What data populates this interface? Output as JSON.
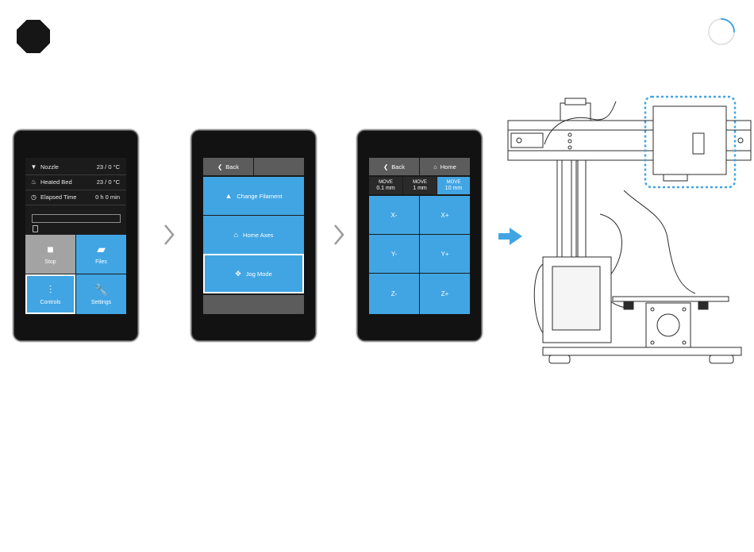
{
  "screen1": {
    "rows": [
      {
        "icon": "nozzle-icon",
        "glyph": "▼",
        "label": "Nozzle",
        "value": "23 / 0 °C"
      },
      {
        "icon": "heated-bed-icon",
        "glyph": "♨",
        "label": "Heated Bed",
        "value": "23 / 0 °C"
      },
      {
        "icon": "clock-icon",
        "glyph": "◷",
        "label": "Elapsed Time",
        "value": "0 h 0 min"
      }
    ],
    "progress": 0,
    "tiles": {
      "stop": {
        "label": "Stop",
        "glyph": "■"
      },
      "files": {
        "label": "Files",
        "glyph": "▰"
      },
      "controls": {
        "label": "Controls",
        "glyph": "⫶"
      },
      "settings": {
        "label": "Settings",
        "glyph": "🔧"
      }
    }
  },
  "screen2": {
    "back_label": "Back",
    "back_glyph": "❮",
    "items": [
      {
        "label": "Change Filament",
        "glyph": "▲"
      },
      {
        "label": "Home Axes",
        "glyph": "⌂"
      },
      {
        "label": "Jog Mode",
        "glyph": "✥"
      }
    ]
  },
  "screen3": {
    "back_label": "Back",
    "back_glyph": "❮",
    "home_label": "Home",
    "home_glyph": "⌂",
    "steps": [
      {
        "title": "MOVE",
        "value": "0.1 mm"
      },
      {
        "title": "MOVE",
        "value": "1 mm"
      },
      {
        "title": "MOVE",
        "value": "10 mm"
      }
    ],
    "jog": [
      "X-",
      "X+",
      "Y-",
      "Y+",
      "Z-",
      "Z+"
    ]
  },
  "colors": {
    "accent": "#41a5e3",
    "stop_gray": "#a3a3a3",
    "header_gray": "#5c5c5c"
  }
}
